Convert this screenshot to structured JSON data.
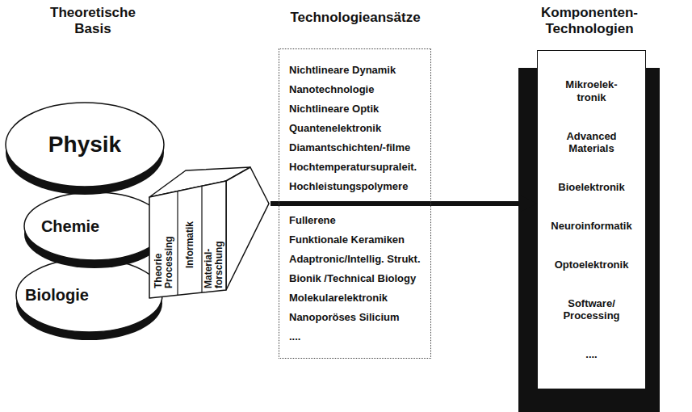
{
  "diagram": {
    "nodes": [
      {
        "text": [
          "Physik"
        ]
      },
      {
        "text": [
          "Chemie"
        ]
      },
      {
        "text": [
          "Biologie"
        ]
      },
      {
        "text": [
          "Theorie Processing",
          "Informatik",
          "Material- forschung"
        ]
      },
      {
        "text": [
          "Nichtlineare Dynamik",
          "Nanotechnologie",
          "Nichtlineare Optik",
          "Quantenelektronik",
          "Diamantschichten/-filme",
          "Hochtemperatursupraleit.",
          "Hochleistungspolymere",
          "Fullerene",
          "Funktionale Keramiken",
          "Adaptronic/Intellig. Strukt.",
          "Bionik /Technical Biology",
          "Molekularelektronik",
          "Nanoporöses Silicium",
          "...."
        ]
      },
      {
        "text": [
          "Mikroelek- tronik",
          "Advanced Materials",
          "Bioelektronik",
          "Neuroinformatik",
          "Optoelektronik",
          "Software/ Processing",
          "...."
        ]
      }
    ],
    "edges": [
      {
        "from": 3,
        "to": 5,
        "arrow": "to"
      }
    ],
    "labels": [
      "Theoretische Basis",
      "Technologieansätze",
      "Komponenten- Technologien"
    ]
  }
}
